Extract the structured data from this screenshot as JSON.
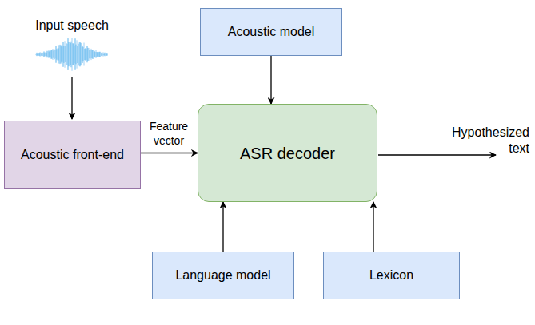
{
  "diagram": {
    "nodes": [
      {
        "text": [
          "Acoustic model"
        ]
      },
      {
        "text": [
          "Acoustic front-end"
        ]
      },
      {
        "text": [
          "ASR decoder"
        ]
      },
      {
        "text": [
          "Language model"
        ]
      },
      {
        "text": [
          "Lexicon"
        ]
      }
    ],
    "edges": [
      {
        "from": 0,
        "to": 2,
        "arrow": "to"
      },
      {
        "from": 1,
        "to": 2,
        "label": "Feature vector",
        "arrow": "to"
      },
      {
        "from": 3,
        "to": 2,
        "arrow": "to"
      },
      {
        "from": 4,
        "to": 2,
        "arrow": "to"
      }
    ],
    "labels": [
      "Input speech",
      "Hypothesized text"
    ]
  }
}
